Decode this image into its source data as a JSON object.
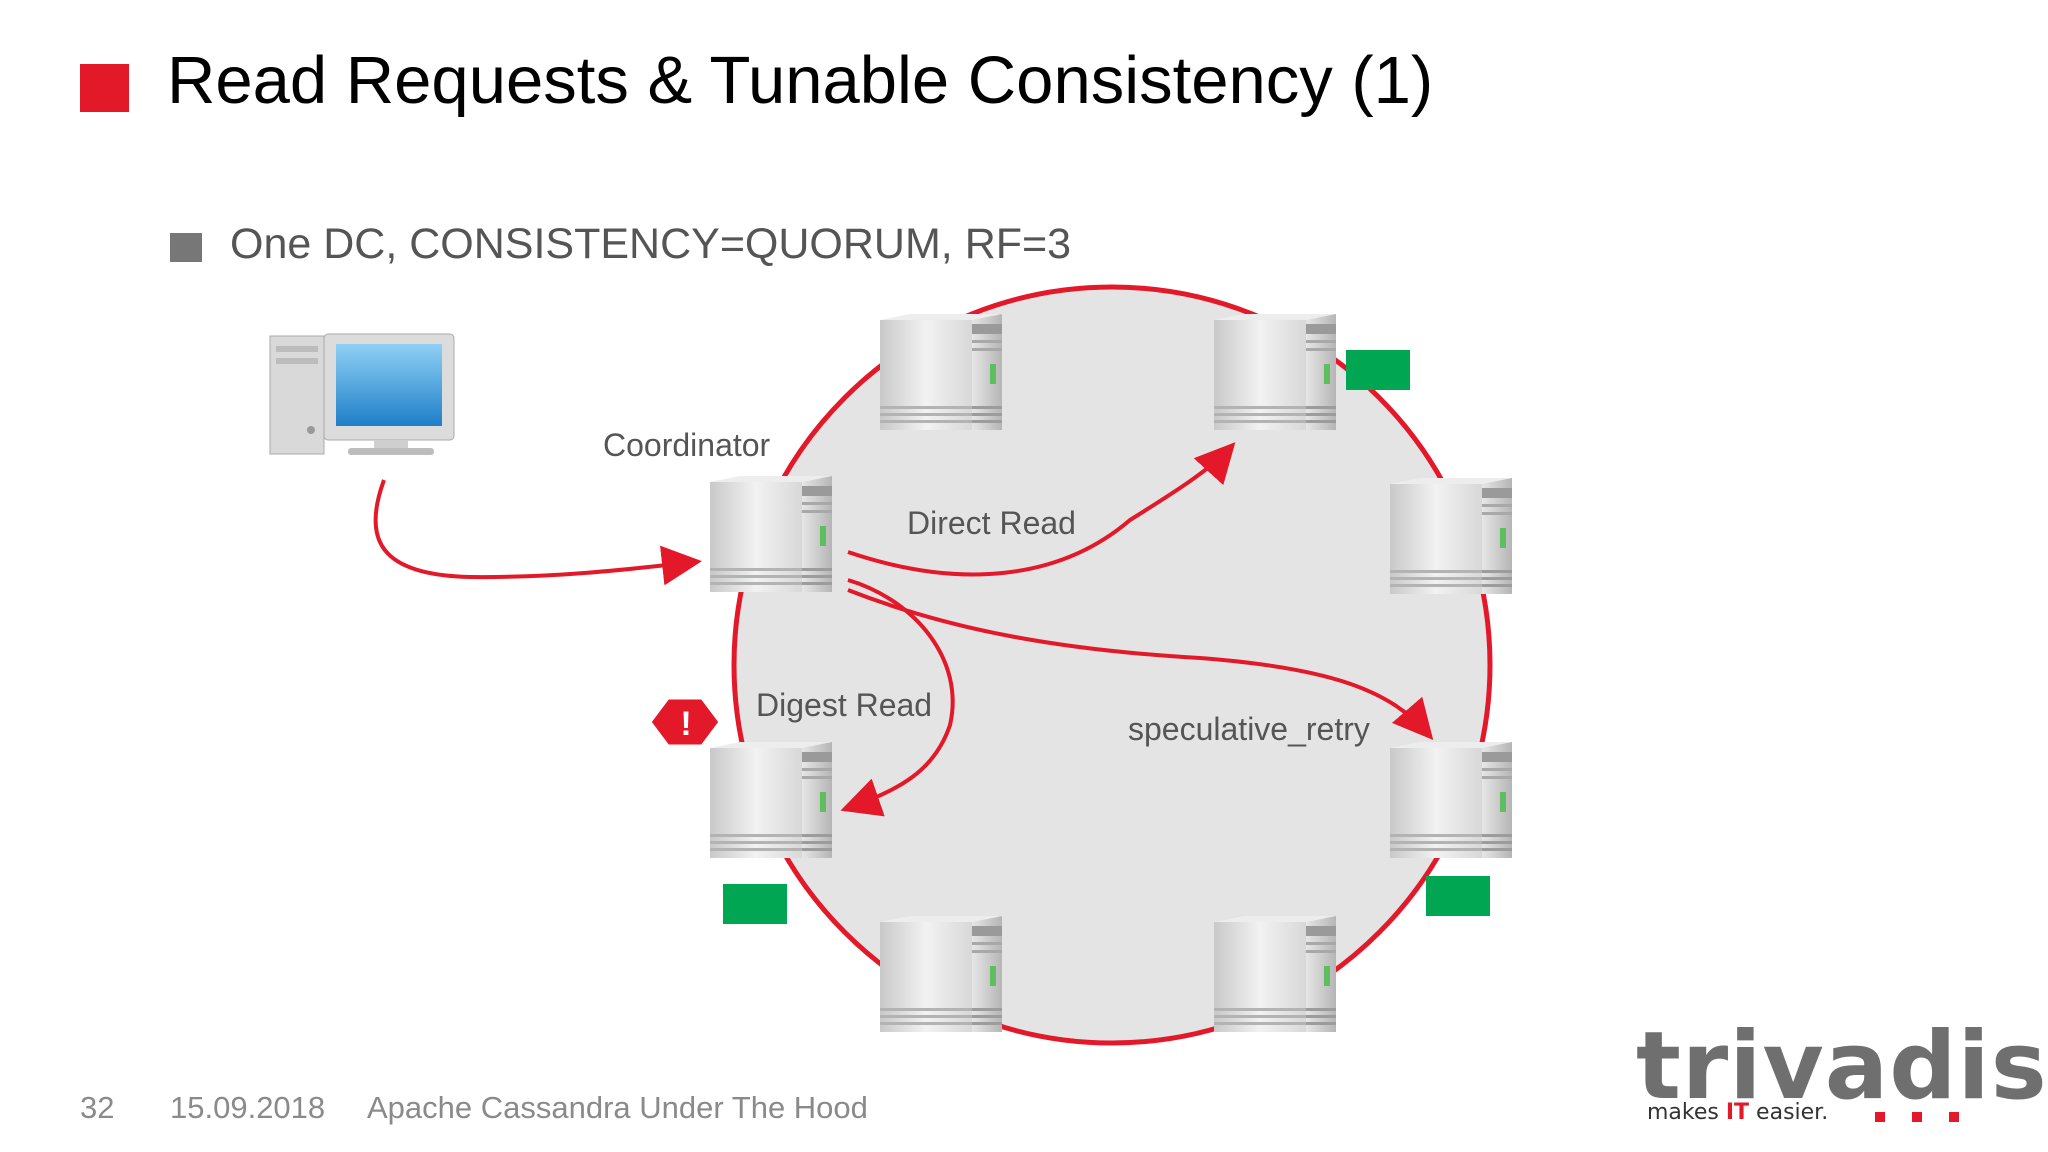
{
  "slide": {
    "title": "Read Requests & Tunable Consistency (1)",
    "bullet": "One DC, CONSISTENCY=QUORUM, RF=3"
  },
  "diagram": {
    "labels": {
      "coordinator": "Coordinator",
      "direct_read": "Direct Read",
      "digest_read": "Digest Read",
      "speculative_retry": "speculative_retry",
      "warning": "!"
    },
    "nodes": [
      "ring-node-top-left",
      "ring-node-top-right",
      "ring-node-right-upper",
      "coordinator-node",
      "digest-node",
      "speculative-node",
      "ring-node-bottom-left",
      "ring-node-bottom-right"
    ]
  },
  "footer": {
    "page_number": "32",
    "date": "15.09.2018",
    "presentation_title": "Apache Cassandra Under The Hood"
  },
  "logo": {
    "name": "trivadis",
    "tagline_prefix": "makes ",
    "tagline_it": "IT",
    "tagline_suffix": " easier."
  },
  "colors": {
    "accent": "#e3192a",
    "ring_fill": "#e4e4e4",
    "replica_marker": "#00a651",
    "text_gray": "#555555"
  }
}
